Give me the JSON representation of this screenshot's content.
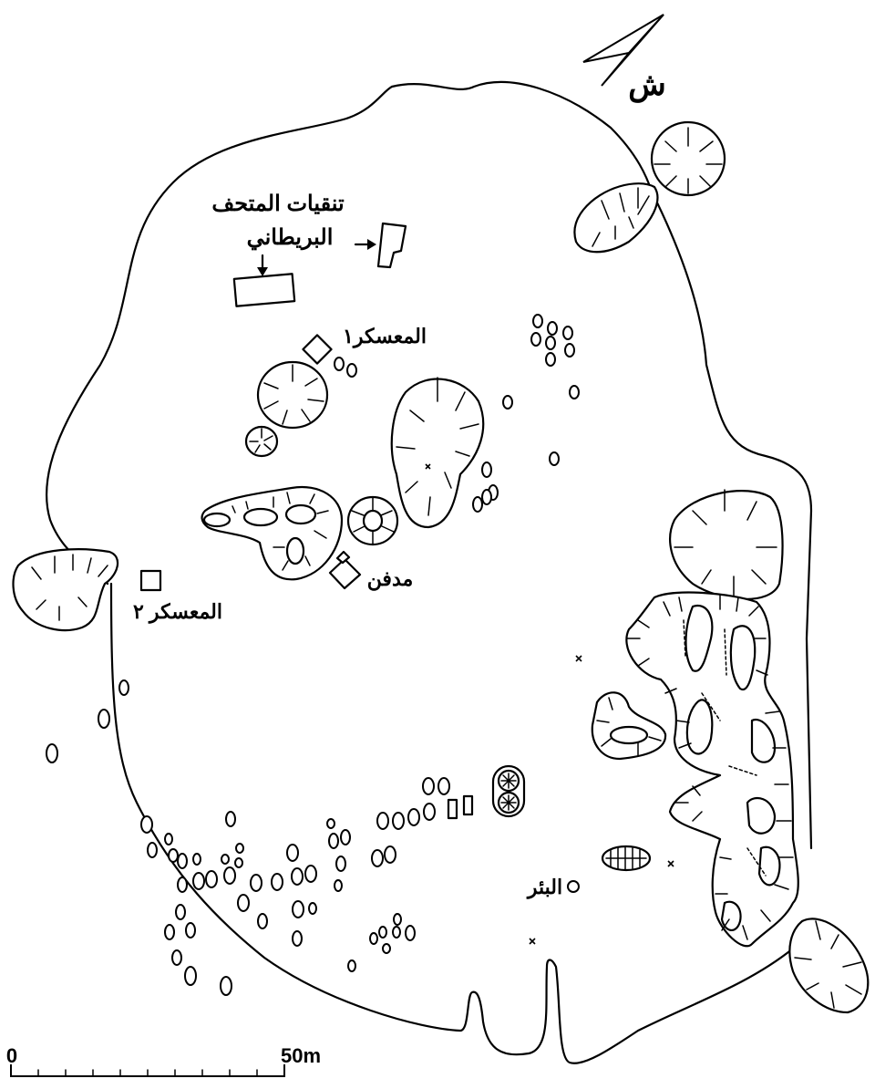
{
  "map": {
    "north_label": "ش",
    "labels": {
      "excavations_line1": "تنقيات المتحف",
      "excavations_line2": "البريطاني",
      "camp1": "المعسكر١",
      "camp2": "المعسكر ٢",
      "burial": "مدفن",
      "well": "البئر"
    },
    "scale_bar": {
      "start_label": "0",
      "end_label": "50m"
    }
  }
}
